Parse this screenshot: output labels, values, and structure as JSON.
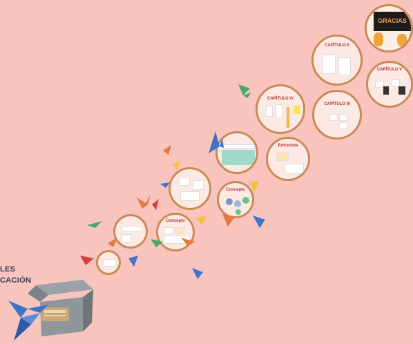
{
  "side_title": {
    "line1": "LES",
    "line2": "CACIÓN"
  },
  "frames": {
    "thanks": {
      "label": "GRACIAS"
    },
    "chapter2": {
      "label": "CAPÍTULO II"
    },
    "chapter3": {
      "label": "CAPÍTULO III"
    },
    "chapter4": {
      "label": "CAPÍTULO IV"
    },
    "chapter5": {
      "label": "CAPÍTULO V"
    },
    "interview": {
      "label": "Entrevista"
    },
    "concept": {
      "label": "Concepto"
    },
    "small_b": {
      "label": "Concepto"
    }
  },
  "colors": {
    "background": "#f9c4be",
    "frame_border": "#c98a56",
    "accent_red": "#b0302a"
  }
}
